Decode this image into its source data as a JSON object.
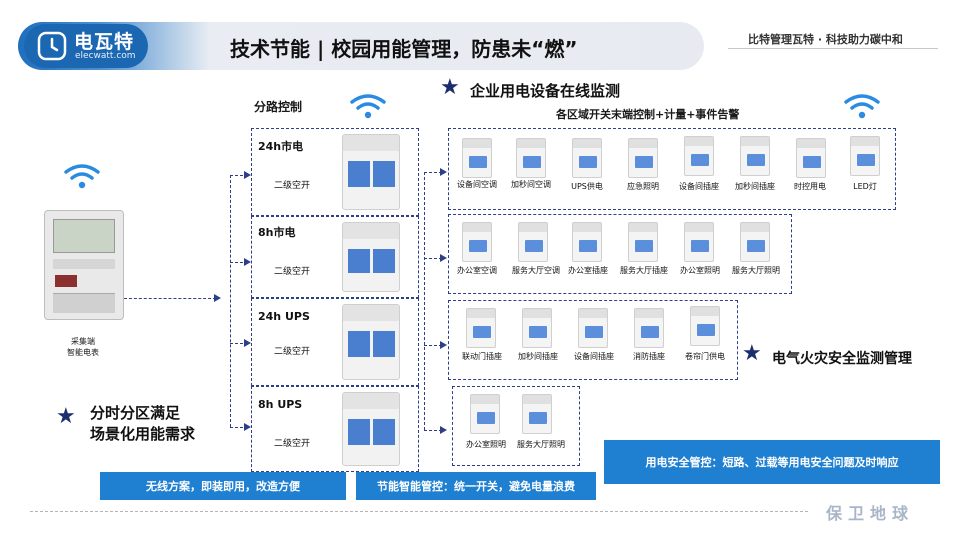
{
  "header": {
    "brand_name": "电瓦特",
    "brand_url": "elecwatt.com",
    "title": "技术节能 | 校园用能管理，防患未“燃”",
    "tagline": "比特管理瓦特 · 科技助力碳中和"
  },
  "sections": {
    "branch_control": "分路控制",
    "online_monitor": "企业用电设备在线监测",
    "area_switch": "各区域开关末端控制+计量+事件告警",
    "fire_monitor": "电气火灾安全监测管理",
    "zoning": "分时分区满足\n场景化用能需求"
  },
  "meter": {
    "label": "采集端\n智能电表"
  },
  "rows": [
    {
      "name": "24h市电",
      "breaker_label": "二级空开",
      "devices": [
        "设备间空调",
        "加秒间空调",
        "UPS供电",
        "应急照明",
        "设备间插座",
        "加秒间插座",
        "时控用电",
        "LED灯"
      ]
    },
    {
      "name": "8h市电",
      "breaker_label": "二级空开",
      "devices": [
        "办公室空调",
        "服务大厅空调",
        "办公室插座",
        "服务大厅插座",
        "办公室照明",
        "服务大厅照明"
      ]
    },
    {
      "name": "24h UPS",
      "breaker_label": "二级空开",
      "devices": [
        "联动门插座",
        "加秒间插座",
        "设备间插座",
        "消防插座",
        "卷帘门供电"
      ]
    },
    {
      "name": "8h UPS",
      "breaker_label": "二级空开",
      "devices": [
        "办公室照明",
        "服务大厅照明"
      ]
    }
  ],
  "callouts": {
    "wireless": "无线方案，即装即用，改造方便",
    "smart_control": "节能智能管控：统一开关，避免电量浪费",
    "safety": "用电安全管控：短路、过载等用电安全问题及时响应"
  },
  "footer": {
    "slogan": "保卫地球"
  },
  "colors": {
    "brand_blue": "#1b67b2",
    "dash_navy": "#2d3f8a",
    "pill_blue": "#1f7fd1",
    "star_navy": "#1c2d6e"
  },
  "icons": [
    "clock-icon",
    "wifi-icon",
    "star-icon",
    "smart-meter",
    "circuit-breaker"
  ]
}
